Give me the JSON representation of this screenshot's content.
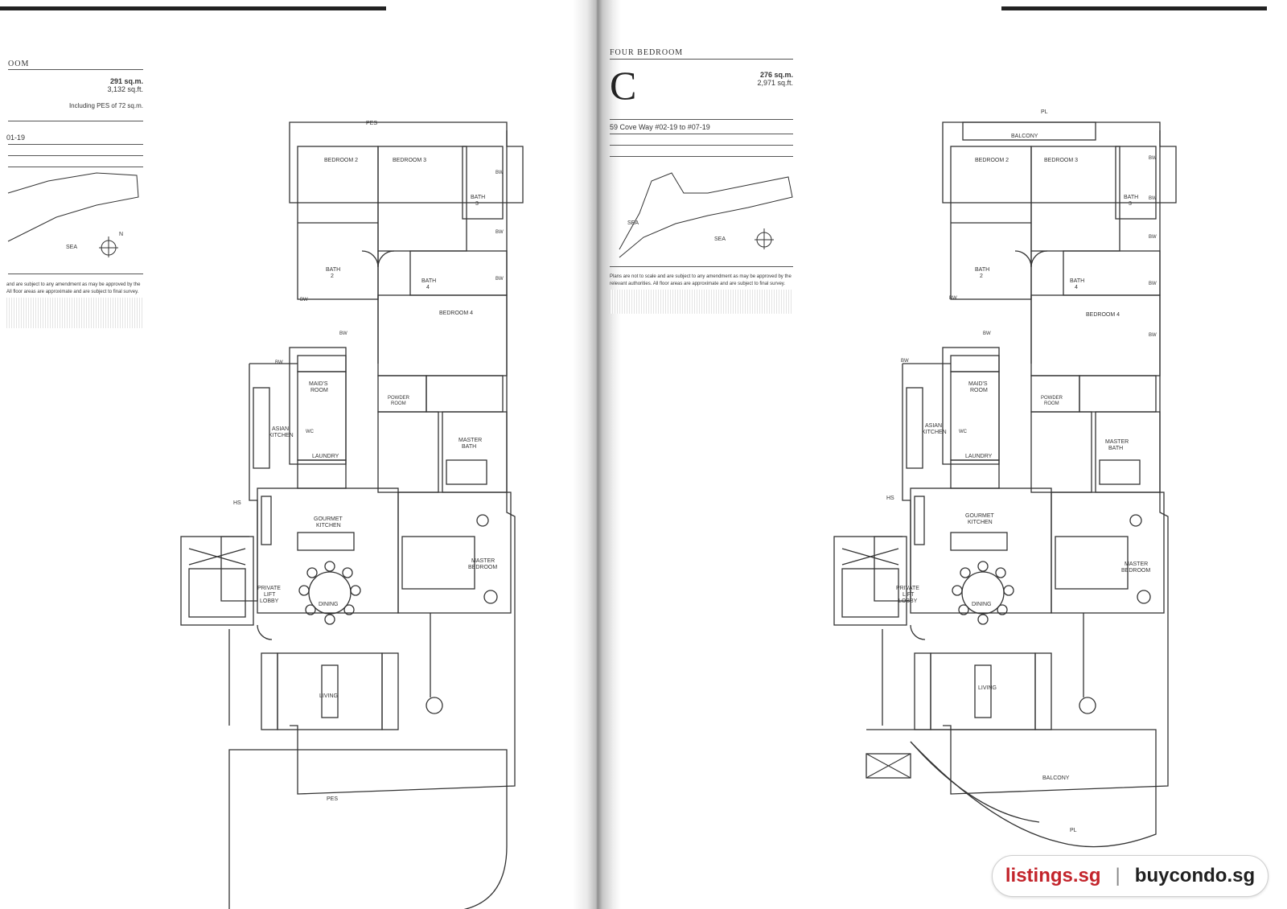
{
  "left_page": {
    "heading_fragment": "OOM",
    "area_sqm": "291 sq.m.",
    "area_sqft": "3,132 sq.ft.",
    "pes_note": "Including PES of 72 sq.m.",
    "unit_fragment": "01-19",
    "disclaimer_1": "and are subject to any amendment as may be approved by the",
    "disclaimer_2": "All floor areas are approximate and are subject to final survey.",
    "keyplan_sea": "SEA",
    "rooms": {
      "pes_top": "PES",
      "bedroom2": "BEDROOM 2",
      "bedroom3": "BEDROOM 3",
      "bath3": "BATH",
      "bath3n": "3",
      "bath2": "BATH",
      "bath2n": "2",
      "bath4": "BATH",
      "bath4n": "4",
      "bedroom4": "BEDROOM 4",
      "maids": "MAID'S",
      "maids2": "ROOM",
      "powder": "POWDER",
      "powder2": "ROOM",
      "asian": "ASIAN",
      "asian2": "KITCHEN",
      "wc": "WC",
      "laundry": "LAUNDRY",
      "masterbath": "MASTER",
      "masterbath2": "BATH",
      "hs": "HS",
      "gourmet": "GOURMET",
      "gourmet2": "KITCHEN",
      "masterbed": "MASTER",
      "masterbed2": "BEDROOM",
      "lift": "PRIVATE",
      "lift2": "LIFT",
      "lift3": "LOBBY",
      "dining": "DINING",
      "living": "LIVING",
      "pes_bottom": "PES",
      "bw": "BW"
    }
  },
  "right_page": {
    "heading": "FOUR BEDROOM",
    "type_letter": "C",
    "area_sqm": "276 sq.m.",
    "area_sqft": "2,971 sq.ft.",
    "units": "59 Cove Way #02-19 to #07-19",
    "disclaimer_1": "Plans are not to scale and are subject to any amendment as may be approved by the",
    "disclaimer_2": "relevant authorities. All floor areas are approximate and are subject to final survey.",
    "keyplan_sea_1": "SEA",
    "keyplan_sea_2": "SEA",
    "rooms": {
      "pl_top": "PL",
      "balcony_top": "BALCONY",
      "bedroom2": "BEDROOM 2",
      "bedroom3": "BEDROOM 3",
      "bath3": "BATH",
      "bath3n": "3",
      "bath2": "BATH",
      "bath2n": "2",
      "bath4": "BATH",
      "bath4n": "4",
      "bedroom4": "BEDROOM 4",
      "maids": "MAID'S",
      "maids2": "ROOM",
      "powder": "POWDER",
      "powder2": "ROOM",
      "asian": "ASIAN",
      "asian2": "KITCHEN",
      "wc": "WC",
      "laundry": "LAUNDRY",
      "masterbath": "MASTER",
      "masterbath2": "BATH",
      "hs": "HS",
      "gourmet": "GOURMET",
      "gourmet2": "KITCHEN",
      "masterbed": "MASTER",
      "masterbed2": "BEDROOM",
      "lift": "PRIVATE",
      "lift2": "LIFT",
      "lift3": "LOBBY",
      "dining": "DINING",
      "living": "LIVING",
      "balcony_bottom": "BALCONY",
      "pl_bottom": "PL",
      "bw": "BW"
    }
  },
  "watermark": {
    "site1": "listings.sg",
    "separator": "|",
    "site2": "buycondo.sg"
  }
}
